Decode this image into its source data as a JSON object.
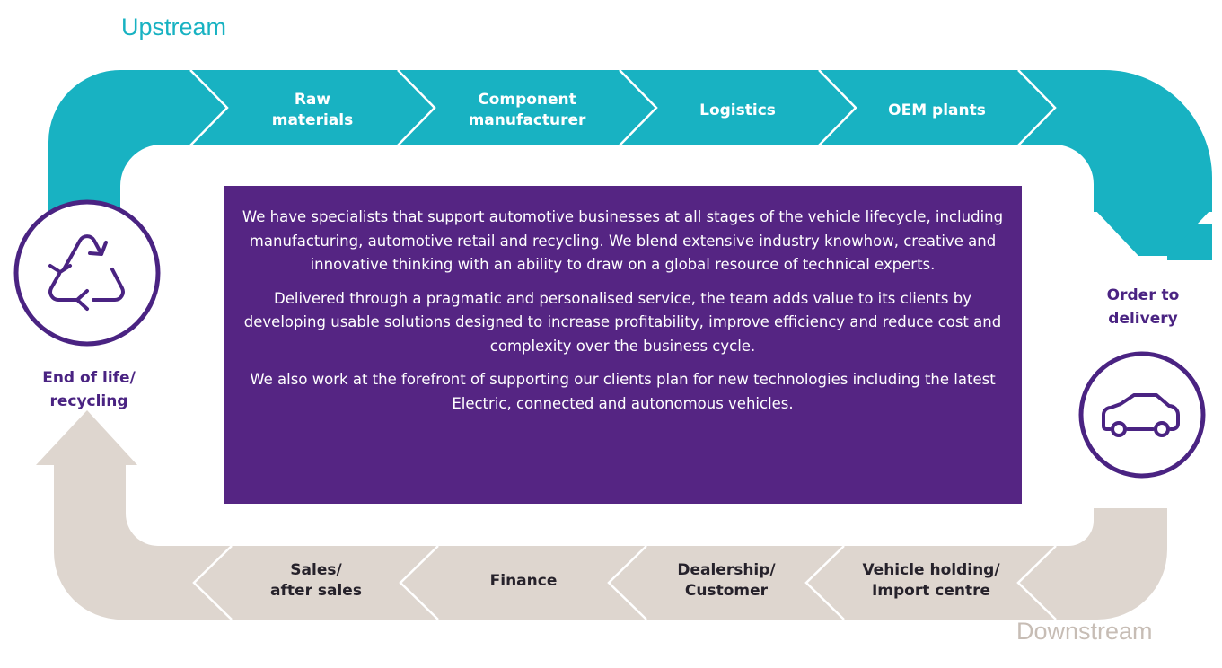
{
  "headings": {
    "upstream": "Upstream",
    "downstream": "Downstream"
  },
  "upstream_steps": [
    "Raw\nmaterials",
    "Component\nmanufacturer",
    "Logistics",
    "OEM plants"
  ],
  "downstream_steps": [
    "Sales/\nafter sales",
    "Finance",
    "Dealership/\nCustomer",
    "Vehicle holding/\nImport centre"
  ],
  "end_of_life": {
    "label": "End of life/\nrecycling",
    "icon": "recycle-icon"
  },
  "order_to_delivery": {
    "label": "Order to\ndelivery",
    "icon": "car-icon"
  },
  "panel": {
    "paragraphs": [
      "We have specialists that support automotive businesses at all stages of the vehicle lifecycle, including manufacturing, automotive retail and recycling. We blend extensive industry knowhow, creative and innovative thinking with an ability to draw on a global resource of technical experts.",
      "Delivered through a pragmatic and personalised service, the team adds value to its clients by developing usable solutions designed to increase profitability, improve efficiency and reduce cost and complexity over the business cycle.",
      "We also work at the forefront of supporting our clients plan for new technologies including the latest Electric, connected and autonomous vehicles."
    ]
  },
  "colors": {
    "teal": "#18b2c2",
    "beige": "#ded6cf",
    "purple": "#552583",
    "circle_stroke": "#4a2382"
  }
}
